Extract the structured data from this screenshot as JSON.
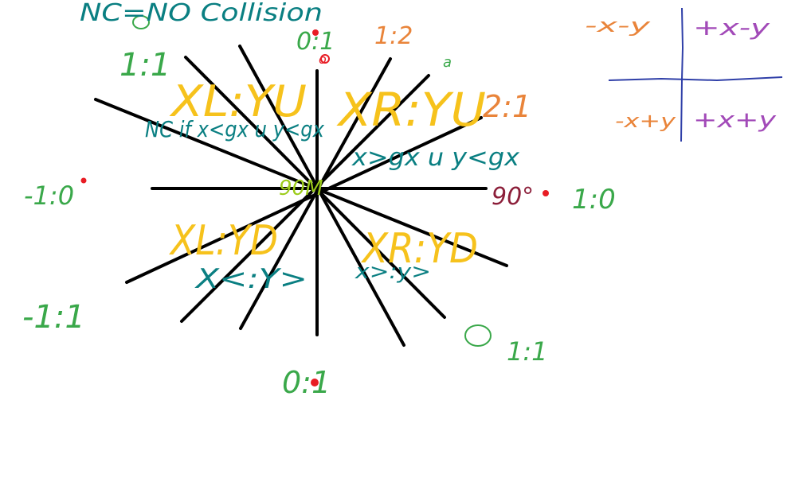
{
  "colors": {
    "background": "#ffffff",
    "spokes": "#000000",
    "teal": "#0a7f82",
    "yellow": "#f6c21c",
    "green": "#3aa84a",
    "orange": "#e9843a",
    "purple": "#a24ab8",
    "navy": "#2f3fa8",
    "lime": "#9ccc1a",
    "maroon": "#8c1f3a",
    "red": "#e81c24"
  },
  "header": {
    "title": "NC=NO Collision"
  },
  "labels": {
    "top": "0:1",
    "top_left": "1:1",
    "top_right": "1:2",
    "right_upper": "2:1",
    "left": "-1:0",
    "right_angle": "90°",
    "right": "1:0",
    "bottom_left": "-1:1",
    "bottom_right": "1:1",
    "bottom": "0:1",
    "small_top": "o",
    "small_right": "a",
    "center": "90M"
  },
  "quadrants": {
    "xl_yu": "XL:YU",
    "xr_yu": "XR:YU",
    "xl_yd": "XL:YD",
    "xr_yd": "XR:YD"
  },
  "notes": {
    "nc_if": "NC if x<gx u y<gx",
    "right_upper": "x>gx u y<gx",
    "bottom_left": "X<:Y>",
    "bottom_right": "x>:y>"
  },
  "sign_chart": {
    "top_left": "-x-y",
    "top_right": "+x-y",
    "bottom_left": "-x+y",
    "bottom_right": "+x+y"
  }
}
